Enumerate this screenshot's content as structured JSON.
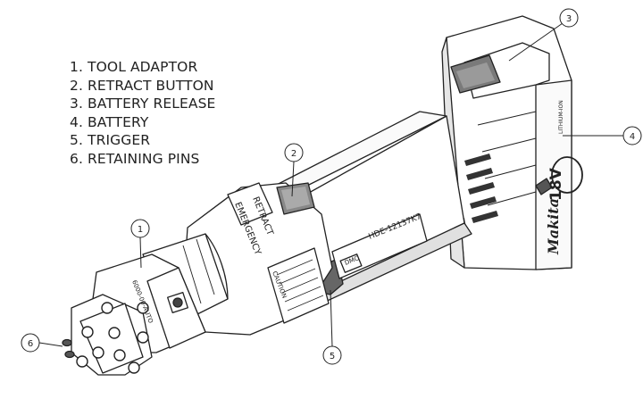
{
  "legend": [
    {
      "num": "1.",
      "label": "TOOL ADAPTOR"
    },
    {
      "num": "2.",
      "label": "RETRACT BUTTON"
    },
    {
      "num": "3.",
      "label": "BATTERY RELEASE"
    },
    {
      "num": "4.",
      "label": "BATTERY"
    },
    {
      "num": "5.",
      "label": "TRIGGER"
    },
    {
      "num": "6.",
      "label": "RETAINING PINS"
    }
  ],
  "callouts": [
    "1",
    "2",
    "3",
    "4",
    "5",
    "6"
  ],
  "tool_markings": {
    "battery_brand": "Makita",
    "battery_voltage": "18V",
    "battery_chem": "LITHIUM-ION",
    "retract_label": "RETRACT",
    "emergency_label": "EMERGENCY",
    "model": "HDE-12137K7",
    "adaptor_code": "6000-00-AUTO",
    "logo": "DMC",
    "caution": "CAUTION"
  },
  "colors": {
    "line": "#222222",
    "shade": "#6a6a6a",
    "background": "#ffffff"
  }
}
